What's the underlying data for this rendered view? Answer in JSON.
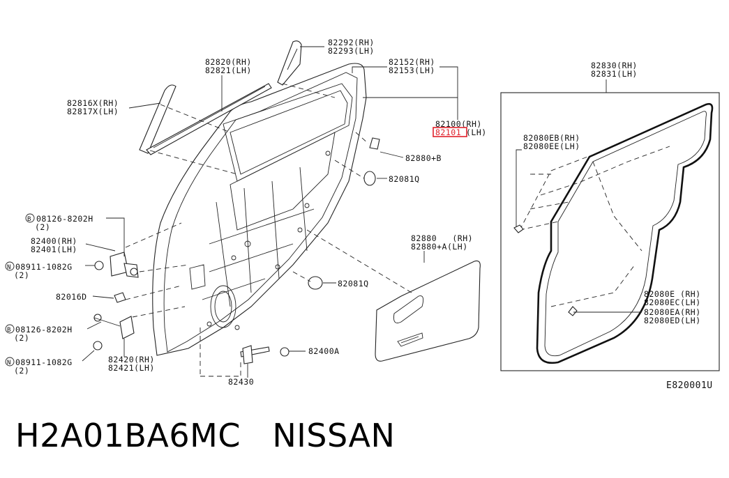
{
  "labels": {
    "l82292": "82292(RH)",
    "l82293": "82293(LH)",
    "l82820": "82820(RH)",
    "l82821": "82821(LH)",
    "l82152": "82152(RH)",
    "l82153": "82153(LH)",
    "l82816": "82816X(RH)",
    "l82817": "82817X(LH)",
    "l82100": "82100(RH)",
    "l82101": "82101",
    "l82101lh": "(LH)",
    "l82880b": "82880+B",
    "l82081q_a": "82081Q",
    "l82081q_b": "82081Q",
    "l08126_a": "08126-8202H",
    "l08126_a2": "(2)",
    "l82400": "82400(RH)",
    "l82401": "82401(LH)",
    "l08911_a": "08911-1082G",
    "l08911_a2": "(2)",
    "l82016d": "82016D",
    "l08126_b": "08126-8202H",
    "l08126_b2": "(2)",
    "l08911_b": "08911-1082G",
    "l08911_b2": "(2)",
    "l82420": "82420(RH)",
    "l82421": "82421(LH)",
    "l82430": "82430",
    "l82400a": "82400A",
    "l82880": "82880   (RH)",
    "l82880a": "82880+A(LH)",
    "l82830": "82830(RH)",
    "l82831": "82831(LH)",
    "l82080eb": "82080EB(RH)",
    "l82080ee": "82080EE(LH)",
    "l82080e": "82080E (RH)",
    "l82080ec": "82080EC(LH)",
    "l82080ea": "82080EA(RH)",
    "l82080ed": "82080ED(LH)",
    "diagram_code": "E820001U",
    "circle_b": "B",
    "circle_n": "N"
  },
  "footer": {
    "title": "H2A01BA6MC   NISSAN"
  },
  "colors": {
    "highlight": "#e0202a",
    "ink": "#222222"
  }
}
